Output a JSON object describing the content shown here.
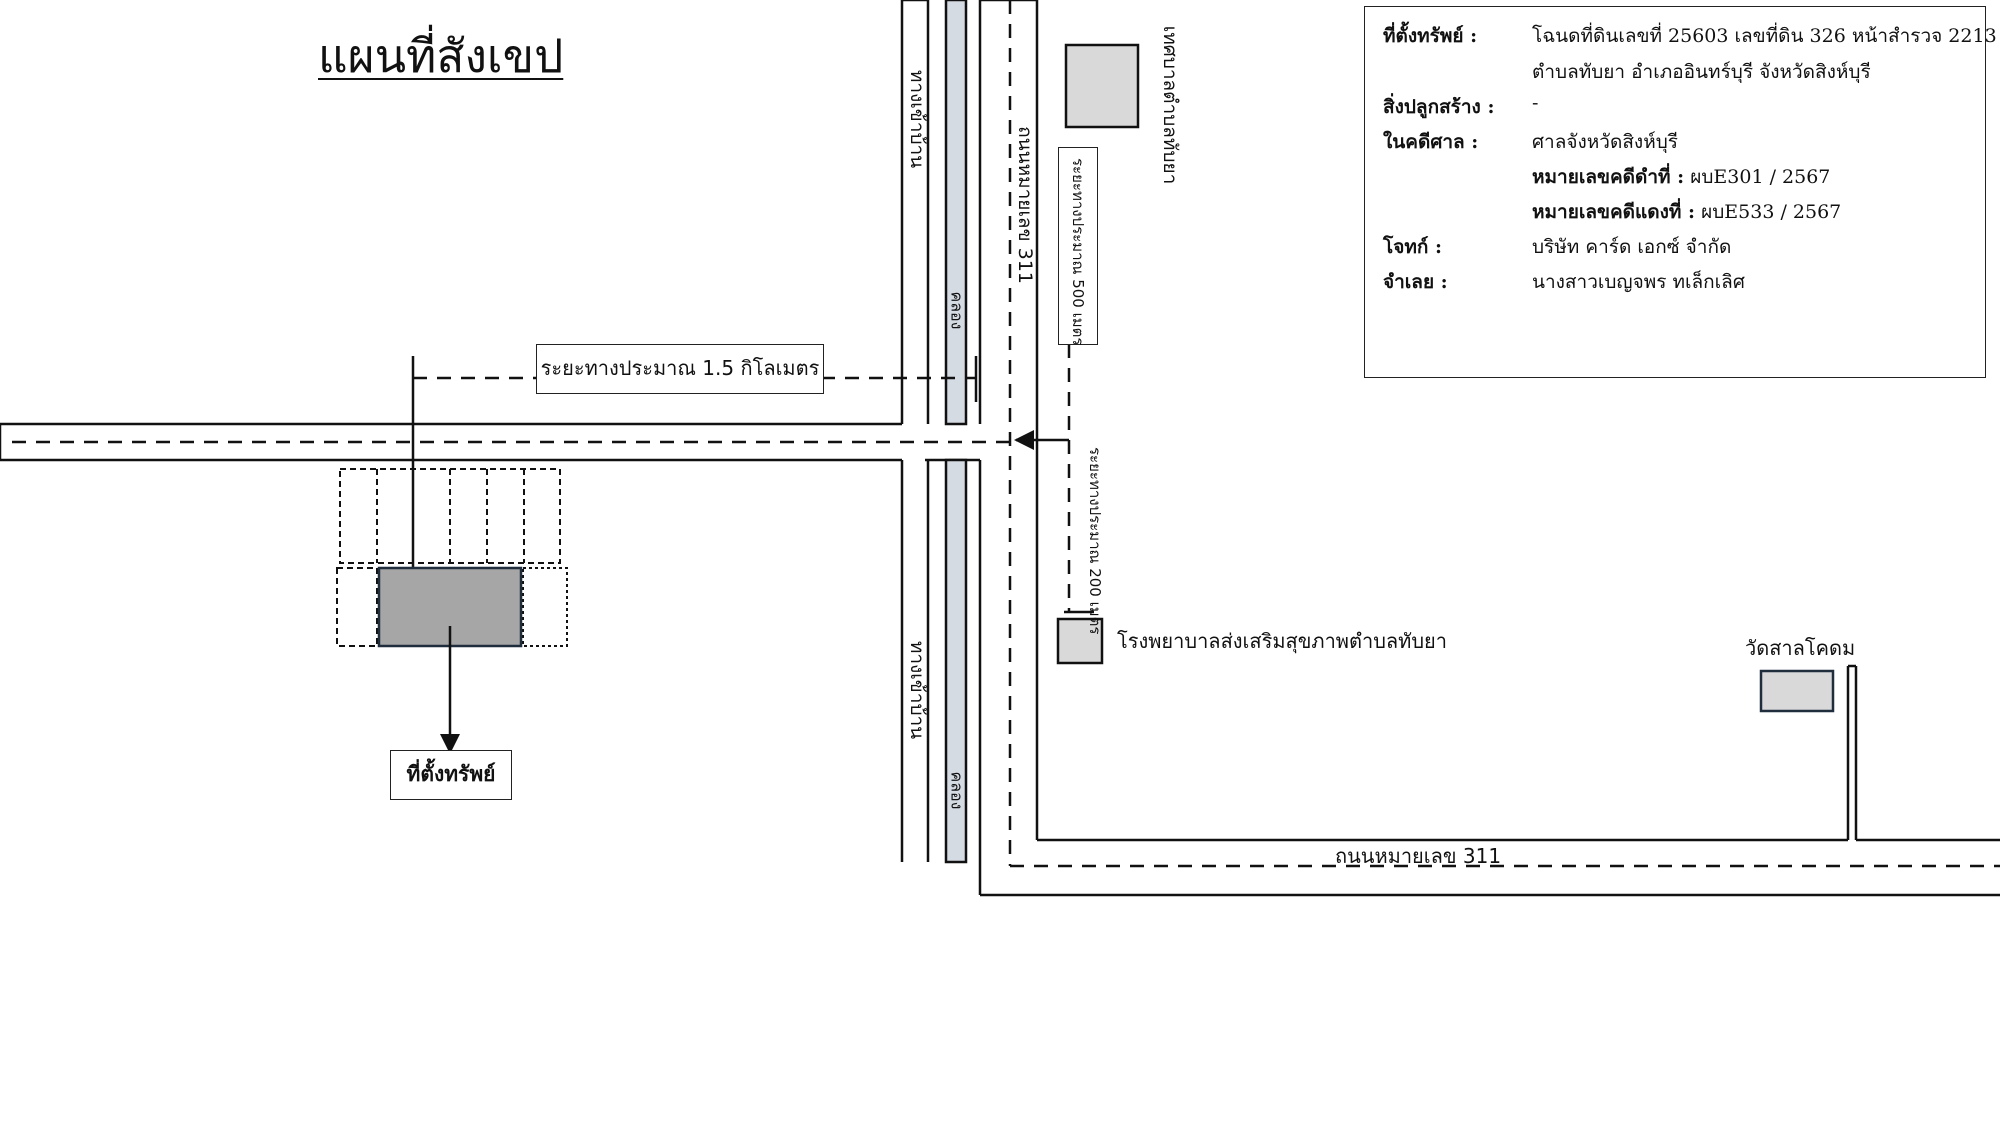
{
  "title": "แผนที่สังเขป",
  "info": {
    "location_label": "ที่ตั้งทรัพย์ :",
    "location_line1": "โฉนดที่ดินเลขที่ 25603 เลขที่ดิน 326 หน้าสำรวจ 2213",
    "location_line2": "ตำบลทับยา อำเภออินทร์บุรี จังหวัดสิงห์บุรี",
    "building_label": "สิ่งปลูกสร้าง :",
    "building_value": "-",
    "court_label": "ในคดีศาล :",
    "court_value": "ศาลจังหวัดสิงห์บุรี",
    "black_case_label": "หมายเลขคดีดำที่ :",
    "black_case_value": "ผบE301 / 2567",
    "red_case_label": "หมายเลขคดีแดงที่ :",
    "red_case_value": "ผบE533 / 2567",
    "plaintiff_label": "โจทก์ :",
    "plaintiff_value": "บริษัท คาร์ด เอกซ์ จำกัด",
    "defendant_label": "จำเลย :",
    "defendant_value": "นางสาวเบญจพร ทเล็กเลิศ"
  },
  "map": {
    "distance_1_5km": "ระยะทางประมาณ 1.5 กิโลเมตร",
    "distance_500m": "ระยะทางประมาณ 500 เมตร",
    "distance_200m": "ระยะทางประมาณ 200 เมตร",
    "road_311_vertical": "ถนนหมายเลข 311",
    "road_311_horizontal": "ถนนหมายเลข 311",
    "municipality": "เทศบาลตำบลทับยา",
    "hospital": "โรงพยาบาลส่งเสริมสุขภาพตำบลทับยา",
    "temple": "วัดสาลโคดม",
    "village_road_upper": "ทางเข้าบ้าน",
    "village_road_lower": "ทางเข้าบ้าน",
    "canal_upper": "คลอง",
    "canal_lower": "คลอง",
    "property_label": "ที่ตั้งทรัพย์"
  },
  "colors": {
    "property_fill": "#a6a6a6",
    "landmark_fill": "#d9d9d9",
    "canal_fill": "#d5dbe3",
    "line": "#111111"
  }
}
